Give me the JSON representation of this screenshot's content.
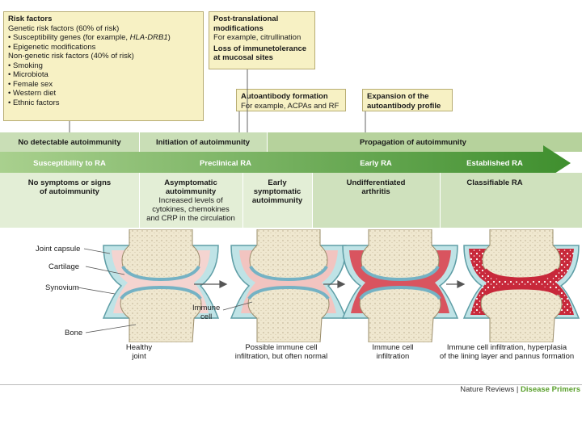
{
  "risk_box": {
    "title": "Risk factors",
    "lines": [
      "Genetic risk factors (60% of risk)",
      "• Susceptibility genes (for example, ",
      "• Epigenetic modifications",
      "Non-genetic risk factors (40% of risk)",
      "• Smoking",
      "• Microbiota",
      "• Female sex",
      "• Western diet",
      "• Ethnic factors"
    ],
    "gene_italic": "HLA-DRB1",
    "gene_close": ")"
  },
  "ptm_box": {
    "title1": "Post-translational",
    "title2": "modifications",
    "example": "For example, citrullination",
    "loss1": "Loss of immunetolerance",
    "loss2": "at mucosal sites"
  },
  "auto_box": {
    "title": "Autoantibody formation",
    "example": "For example, ACPAs and RF"
  },
  "expand_box": {
    "line1": "Expansion of the",
    "line2": "autoantibody profile"
  },
  "row1": {
    "c1": "No detectable autoimmunity",
    "c2": "Initiation of autoimmunity",
    "c3": "Propagation of autoimmunity"
  },
  "arrow": {
    "s1": "Susceptibility to RA",
    "s2": "Preclinical RA",
    "s3": "Early RA",
    "s4": "Established RA"
  },
  "row3": {
    "c1": [
      "No symptoms or signs",
      "of autoimmunity"
    ],
    "c2": [
      "Asymptomatic",
      "autoimmunity",
      "Increased levels of",
      "cytokines, chemokines",
      "and CRP in the circulation"
    ],
    "c3": [
      "Early",
      "symptomatic",
      "autoimmunity"
    ],
    "c4": [
      "Undifferentiated",
      "arthritis"
    ],
    "c5": [
      "Classifiable RA"
    ]
  },
  "labels": {
    "capsule": "Joint capsule",
    "cartilage": "Cartilage",
    "synovium": "Synovium",
    "bone": "Bone",
    "immune1": "Immune",
    "immune2": "cell"
  },
  "captions": {
    "j1": [
      "Healthy",
      "joint"
    ],
    "j2": [
      "Possible immune cell",
      "infiltration, but often normal"
    ],
    "j3": [
      "Immune cell",
      "infiltration"
    ],
    "j4": [
      "Immune cell infiltration, hyperplasia",
      "of the lining layer and pannus formation"
    ]
  },
  "credit": {
    "journal": "Nature Reviews",
    "sep": " | ",
    "series": "Disease Primers"
  },
  "colors": {
    "box": "#f7f1c4",
    "arrow": "#4f9a3a",
    "arrow_light": "#a9d08e",
    "row1": "#c9deb6",
    "row3": "#e3eed6",
    "credit_green": "#5aa02c"
  }
}
